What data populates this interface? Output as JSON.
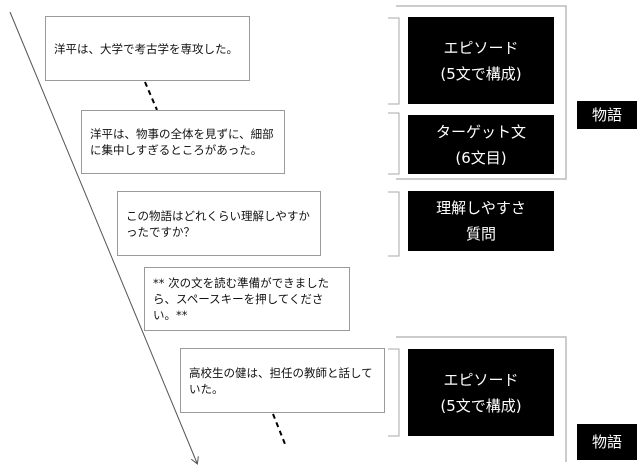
{
  "sentences": [
    "洋平は、大学で考古学を専攻した。",
    "洋平は、物事の全体を見ずに、細部に集中しすぎるところがあった。",
    "この物語はどれくらい理解しやすかったですか？",
    "** 次の文を読む準備ができましたら、スペースキーを押してください。**",
    "高校生の健は、担任の教師と話していた。"
  ],
  "labels": {
    "episode": "エピソード\n(5文で構成)",
    "target": "ターゲット文\n(6文目)",
    "question": "理解しやすさ\n質問",
    "episode2": "エピソード\n(5文で構成)",
    "story": "物語",
    "story2": "物語"
  }
}
